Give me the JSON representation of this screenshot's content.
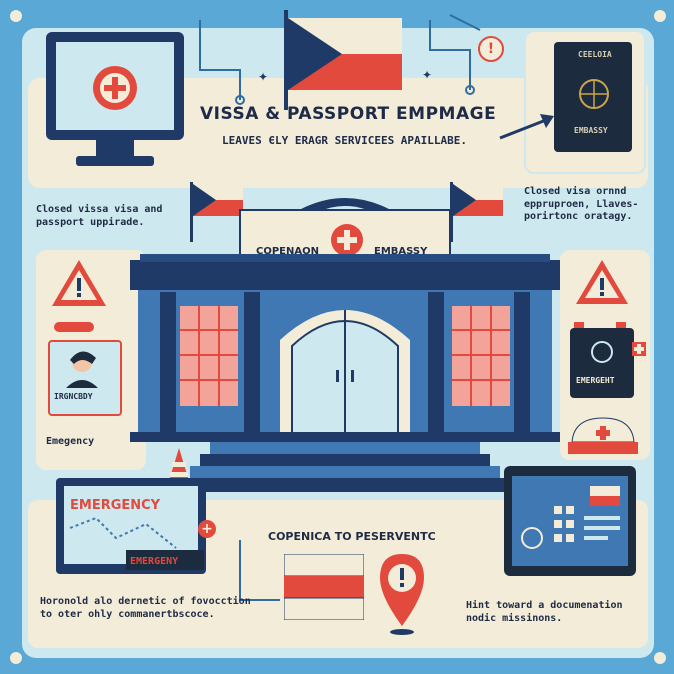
{
  "header": {
    "title": "VISSA & PASSPORT EMPMAGE",
    "subtitle": "LEAVES ЄLY ERAGR SERVICEES APAILLABE."
  },
  "building": {
    "sign": "COPENAON",
    "sign_right": "EMBASSY"
  },
  "passport": {
    "country": "CEELOIA",
    "label": "EMBASSY"
  },
  "notes": {
    "left_top": "Closed vissa visa and passport uppirade.",
    "right_top": "Closed visa ornnd eppruproen, Llaves-porirtonc oratagy.",
    "emergency_small": "Emegency",
    "id_card_label": "IRGNCBDY",
    "device_label": "EMERGEHT",
    "monitor_title": "EMERGENCY",
    "monitor_footer": "EMERGENY",
    "center_bottom_title": "COPENICA TO PESERVENTC",
    "bottom_left": "Horonold alo dernetic of fovocction to oter ohly commanertbscoce.",
    "bottom_right": "Hint toward a documenation nodic missinons."
  },
  "colors": {
    "background": "#5aa8d6",
    "panel": "#cde8ef",
    "cream": "#f3ecd8",
    "navy": "#1f3a66",
    "red": "#e14a3d"
  }
}
